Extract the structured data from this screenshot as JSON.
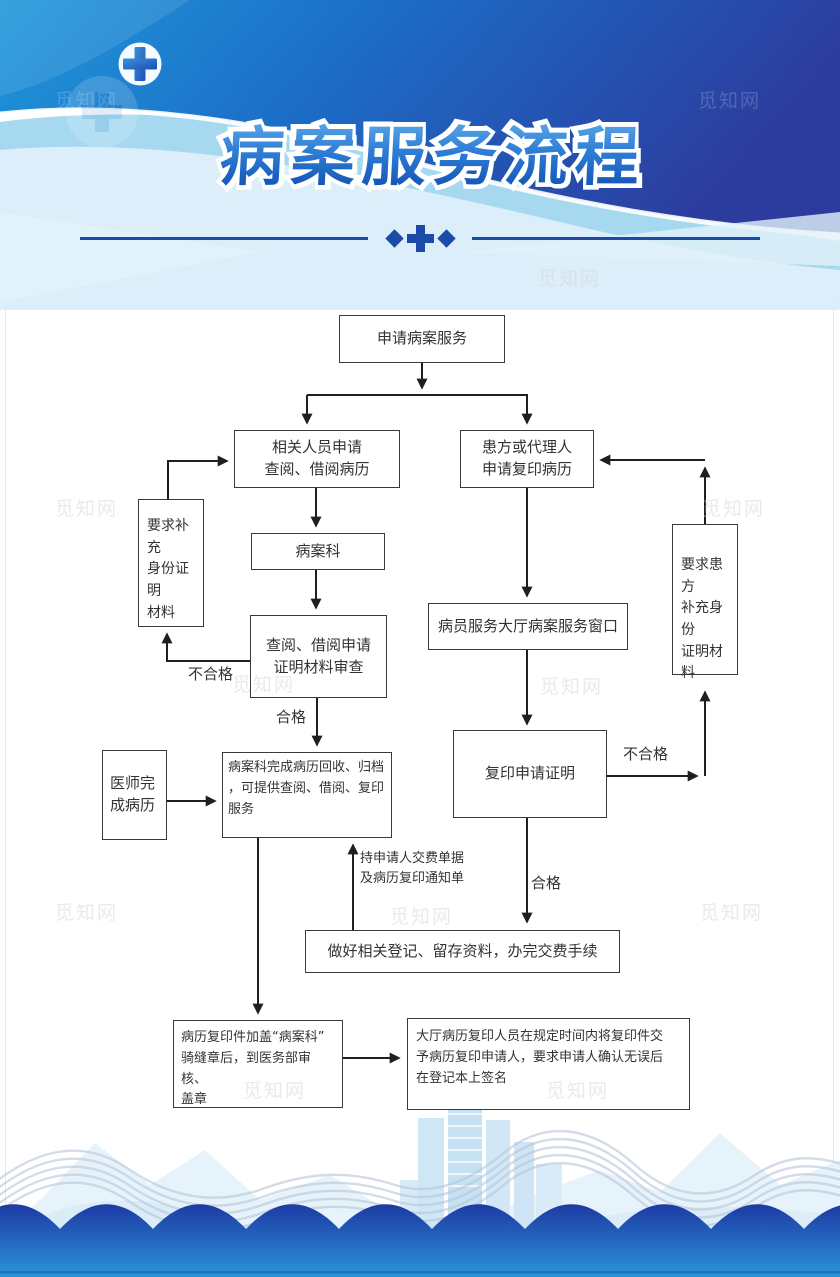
{
  "header": {
    "title": "病案服务流程",
    "cross_icon": "medical-cross"
  },
  "watermark": {
    "text": "觅知网"
  },
  "flowchart": {
    "nodes": [
      {
        "id": "apply-service",
        "text": "申请病案服务"
      },
      {
        "id": "staff-apply",
        "text": "相关人员申请\n查阅、借阅病历"
      },
      {
        "id": "patient-apply",
        "text": "患方或代理人\n申请复印病历"
      },
      {
        "id": "supplement-left",
        "text": "要求补充\n身份证明\n材料"
      },
      {
        "id": "records-dept",
        "text": "病案科"
      },
      {
        "id": "review-materials",
        "text": "查阅、借阅申请\n证明材料审查"
      },
      {
        "id": "doctor-complete",
        "text": "医师完\n成病历"
      },
      {
        "id": "archive-service",
        "text": "病案科完成病历回收、归档\n，可提供查阅、借阅、复印\n服务"
      },
      {
        "id": "service-window",
        "text": "病员服务大厅病案服务窗口"
      },
      {
        "id": "copy-certificate",
        "text": "复印申请证明"
      },
      {
        "id": "supplement-right",
        "text": "要求患方\n补充身份\n证明材料"
      },
      {
        "id": "register-payment",
        "text": "做好相关登记、留存资料，办完交费手续"
      },
      {
        "id": "stamp-audit",
        "text": "病历复印件加盖“病案科”\n骑缝章后，到医务部审核、\n盖章"
      },
      {
        "id": "deliver-sign",
        "text": "大厅病历复印人员在规定时间内将复印件交\n予病历复印申请人，要求申请人确认无误后\n在登记本上签名"
      }
    ],
    "labels": [
      {
        "text": "不合格"
      },
      {
        "text": "合格"
      },
      {
        "text": "不合格"
      },
      {
        "text": "合格"
      }
    ],
    "edge_note": "持申请人交费单据\n及病历复印通知单"
  },
  "colors": {
    "header_deep_blue": "#2b3c9e",
    "header_cyan_blue": "#2196d8",
    "title_blue": "#1a5cc0",
    "divider_blue": "#1b4aa8",
    "box_border": "#333333",
    "arrow": "#1f1f1f",
    "wave_dark": "#1d3aa3",
    "wave_light": "#2b9fe0",
    "band_light_blue": "#a6d9f0"
  }
}
